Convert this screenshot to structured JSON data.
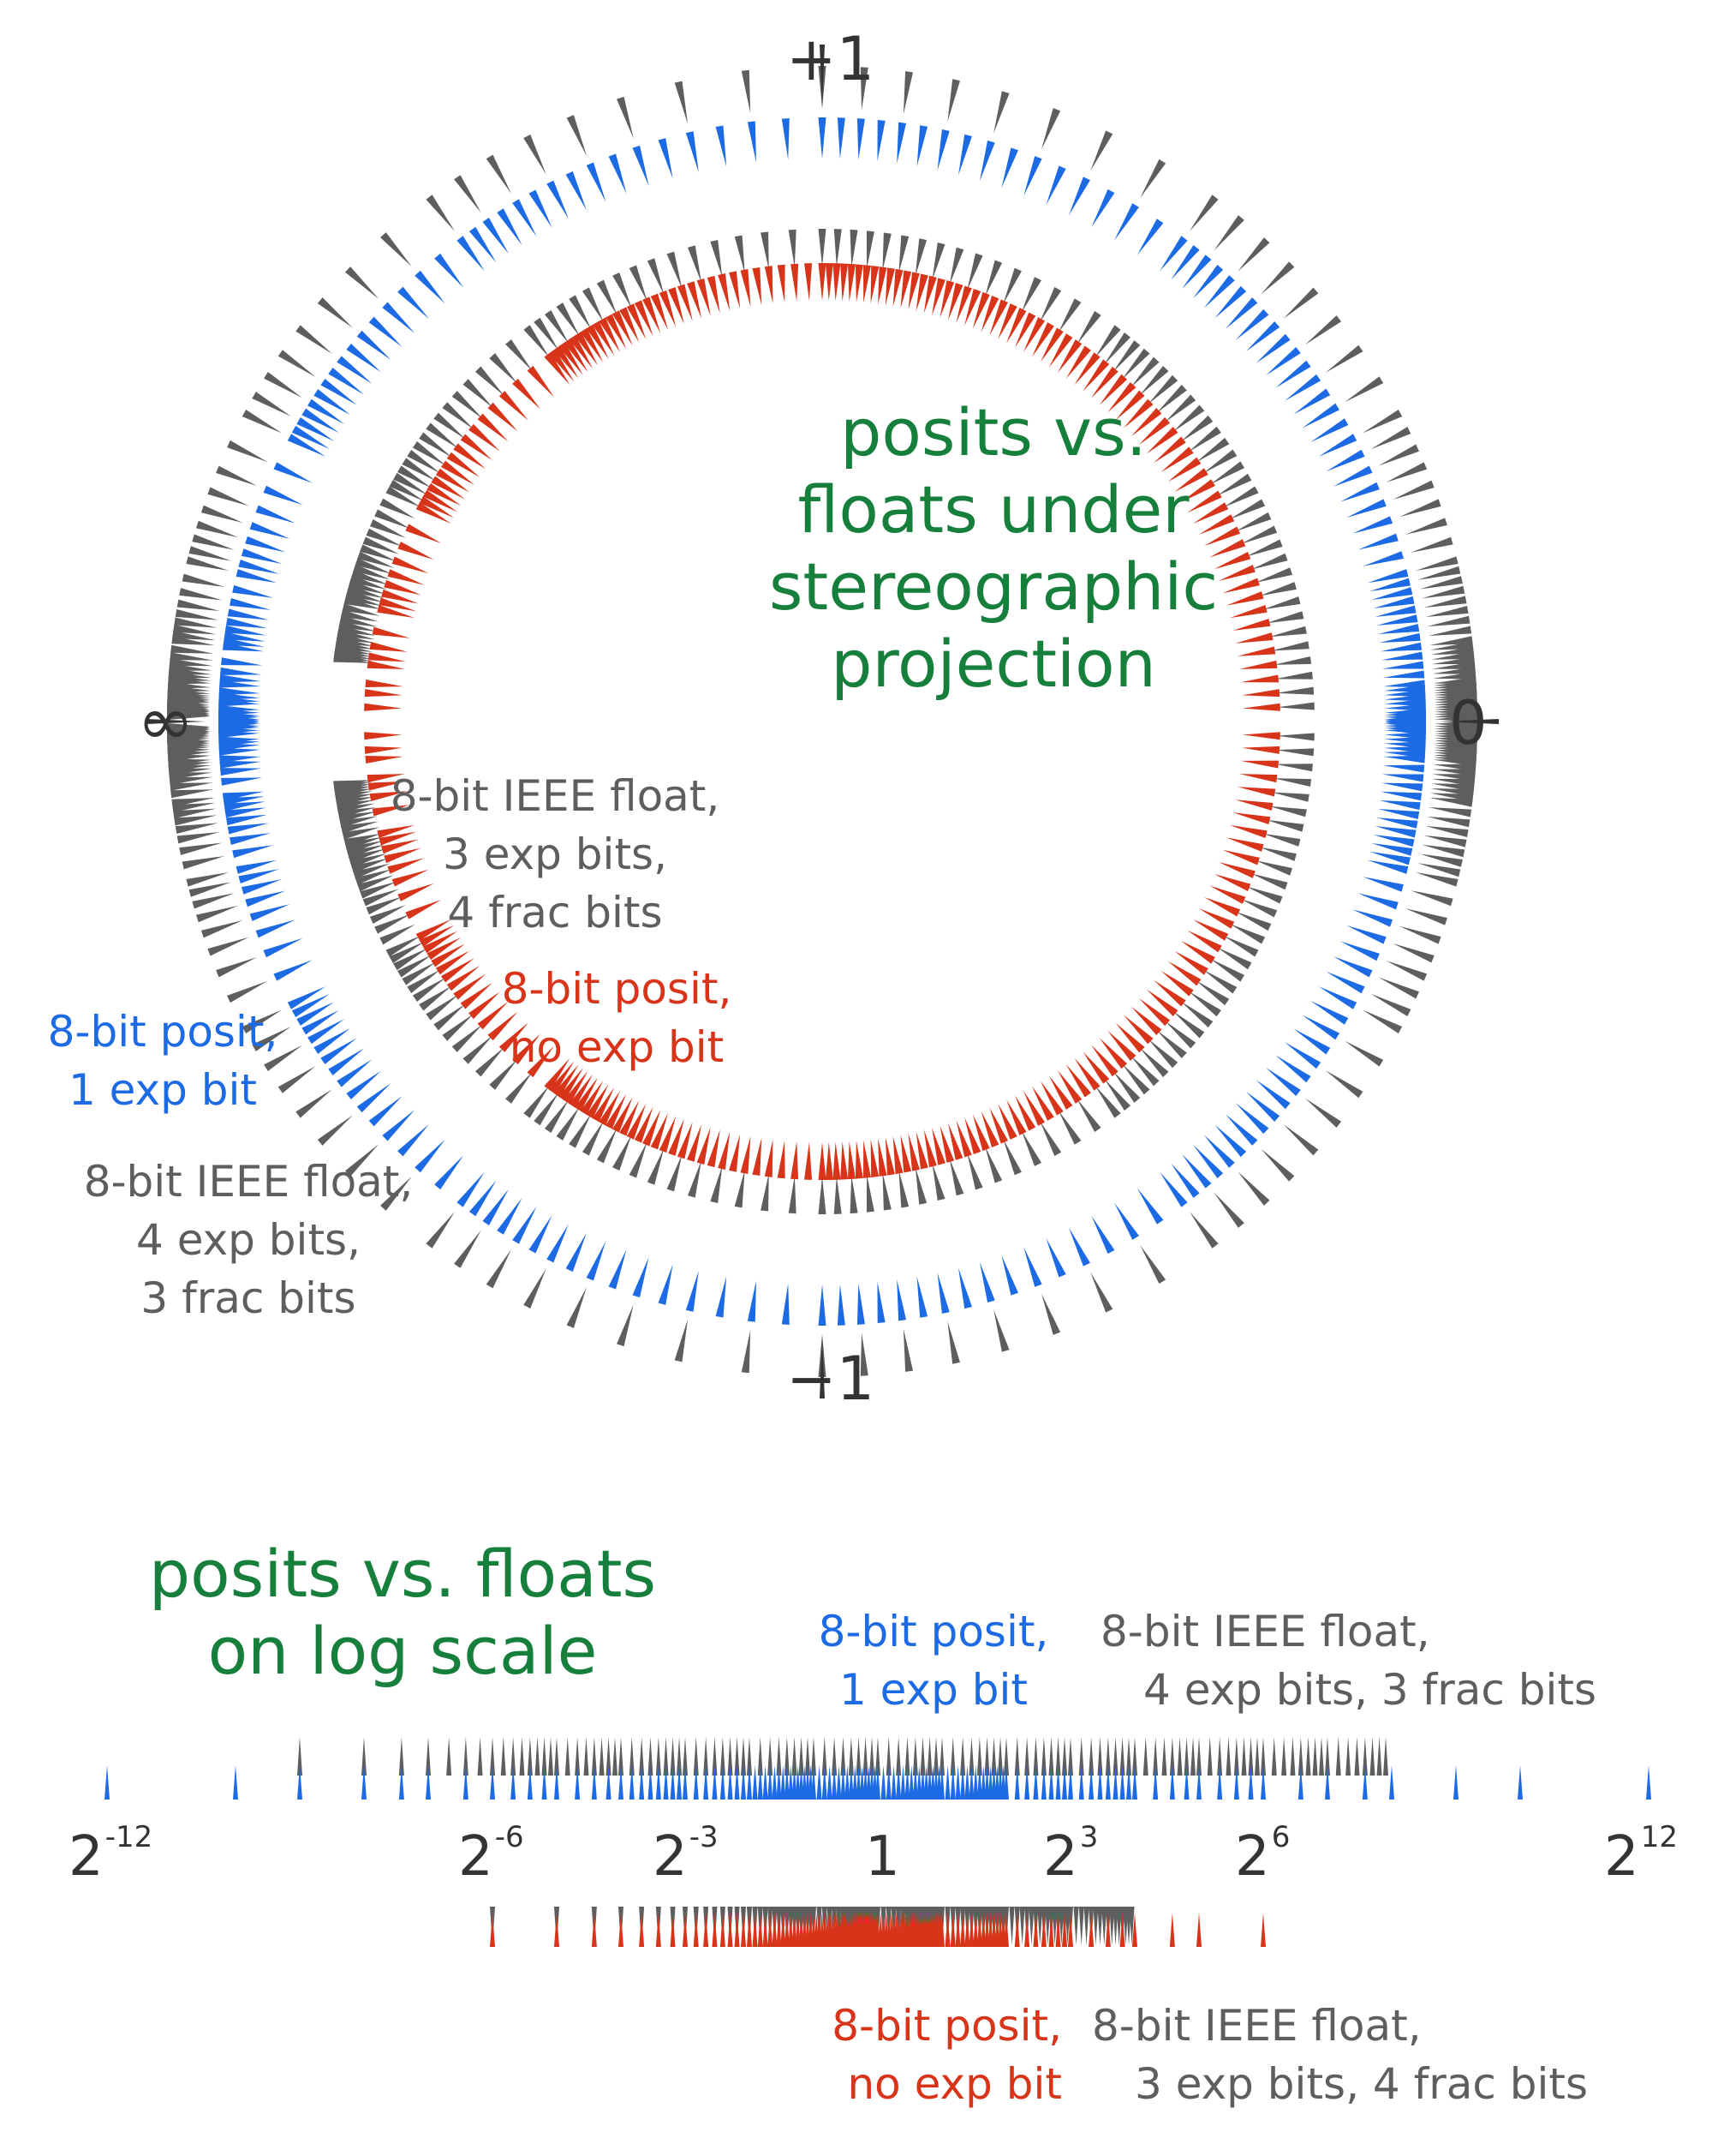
{
  "circle": {
    "title_lines": [
      "posits vs.",
      "floats under",
      "stereographic",
      "projection"
    ],
    "label_top": "+1",
    "label_bottom": "−1",
    "label_left": "∞",
    "label_right": "0",
    "notes": {
      "float_3exp": [
        "8-bit IEEE float,",
        "3 exp bits,",
        "4 frac bits"
      ],
      "posit_0exp": [
        "8-bit posit,",
        "no exp bit"
      ],
      "posit_1exp": [
        "8-bit posit,",
        "1 exp bit"
      ],
      "float_4exp": [
        "8-bit IEEE float,",
        "4 exp bits,",
        "3 frac bits"
      ]
    }
  },
  "log": {
    "title_lines": [
      "posits vs. floats",
      "on log scale"
    ],
    "posit_1exp_label": [
      "8-bit posit,",
      "1 exp bit"
    ],
    "float_4exp_label": [
      "8-bit IEEE float,",
      "4 exp bits, 3 frac bits"
    ],
    "posit_0exp_label": [
      "8-bit posit,",
      "no exp bit"
    ],
    "float_3exp_label": [
      "8-bit IEEE float,",
      "3 exp bits, 4 frac bits"
    ],
    "axis_ticks": [
      {
        "base": "2",
        "exp": "-12"
      },
      {
        "base": "2",
        "exp": "-6"
      },
      {
        "base": "2",
        "exp": "-3"
      },
      {
        "base": "1",
        "exp": ""
      },
      {
        "base": "2",
        "exp": "3"
      },
      {
        "base": "2",
        "exp": "6"
      },
      {
        "base": "2",
        "exp": "12"
      }
    ]
  },
  "colors": {
    "title_green": "#157f3b",
    "posit_1exp_blue": "#1d6ae5",
    "posit_0exp_red": "#d8341a",
    "float_gray": "#5e5e5e"
  }
}
